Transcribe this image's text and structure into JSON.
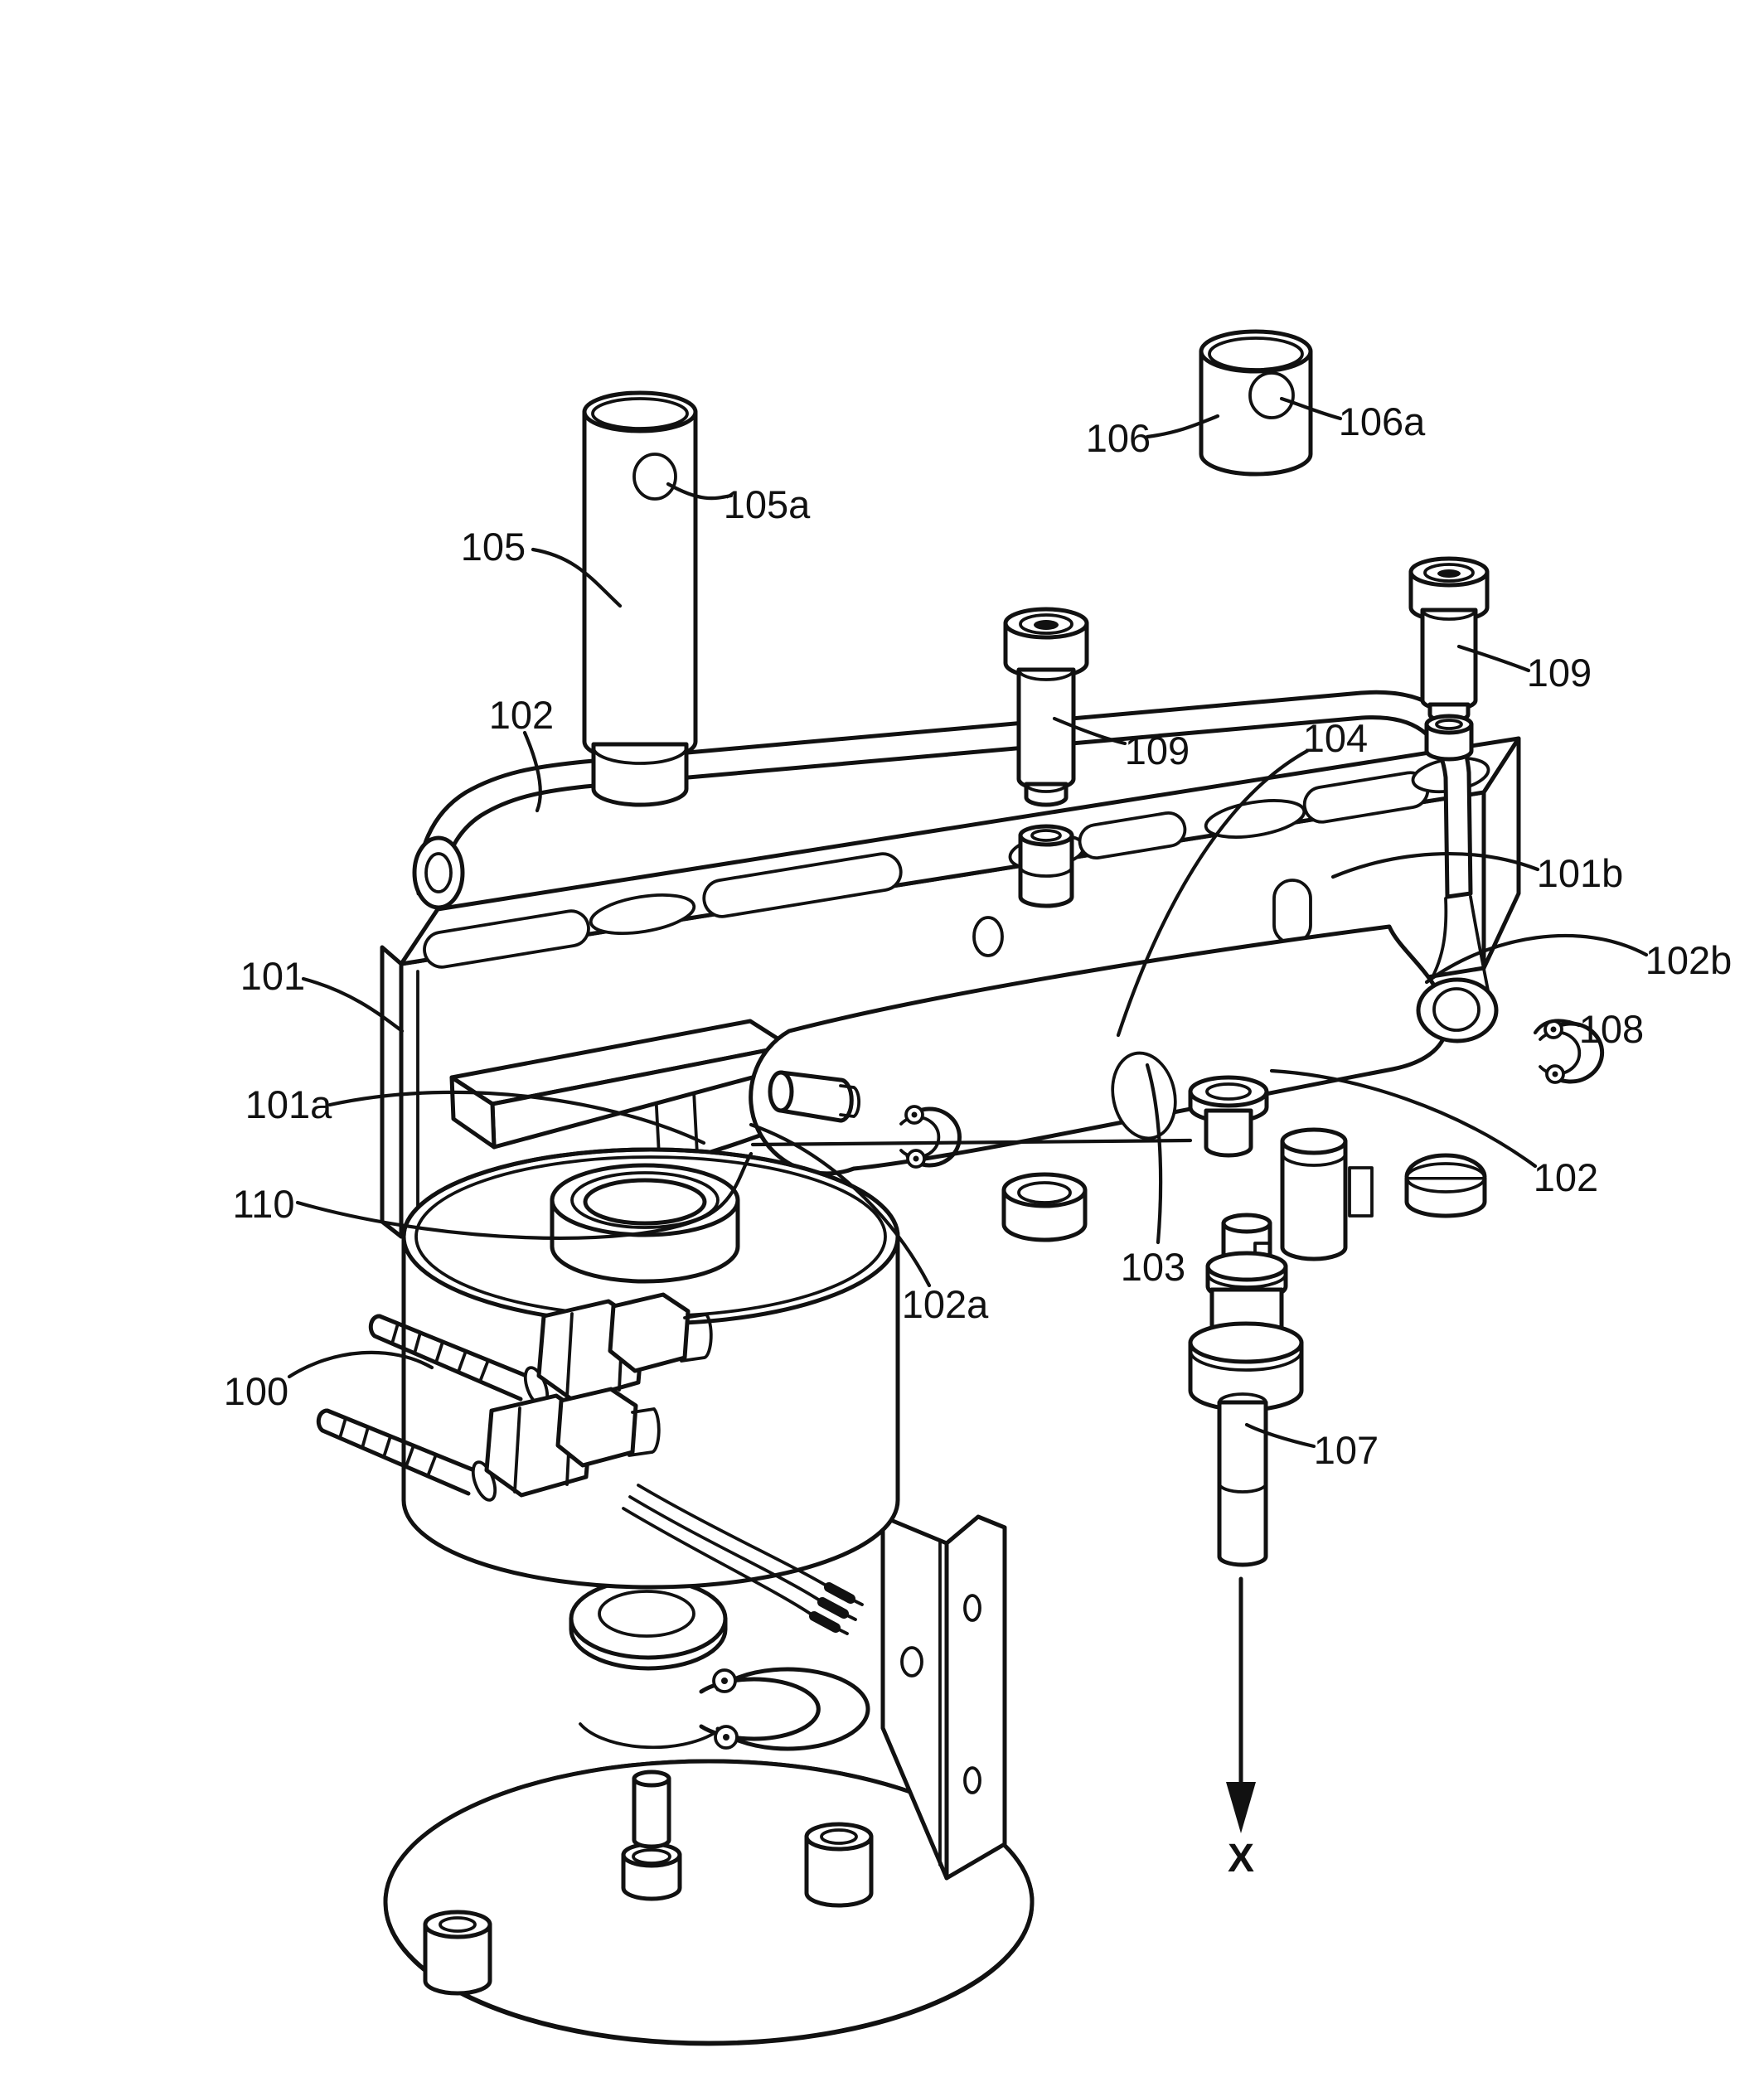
{
  "figure": {
    "kind": "exploded-assembly-line-drawing",
    "axis": {
      "label": "X"
    },
    "labels": [
      {
        "text": "105"
      },
      {
        "text": "105a"
      },
      {
        "text": "106"
      },
      {
        "text": "106a"
      },
      {
        "text": "102"
      },
      {
        "text": "109"
      },
      {
        "text": "104"
      },
      {
        "text": "109"
      },
      {
        "text": "101"
      },
      {
        "text": "101b"
      },
      {
        "text": "101a"
      },
      {
        "text": "102b"
      },
      {
        "text": "108"
      },
      {
        "text": "110"
      },
      {
        "text": "102"
      },
      {
        "text": "103"
      },
      {
        "text": "102a"
      },
      {
        "text": "100"
      },
      {
        "text": "107"
      }
    ]
  }
}
